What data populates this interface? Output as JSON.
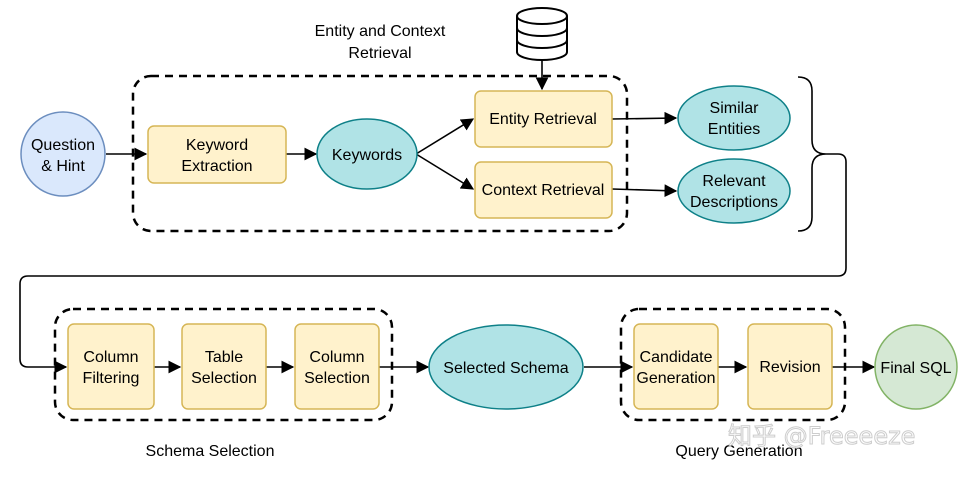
{
  "colors": {
    "rect_fill": "#fff2cc",
    "rect_stroke": "#d6b656",
    "teal_fill": "#b0e3e6",
    "teal_stroke": "#0e8088",
    "blue_fill": "#dae8fc",
    "blue_stroke": "#6c8ebf",
    "green_fill": "#d5e8d4",
    "green_stroke": "#82b366"
  },
  "groups": {
    "entity_context": [
      "Entity and Context",
      "Retrieval"
    ],
    "schema_selection": "Schema Selection",
    "query_generation": "Query Generation"
  },
  "nodes": {
    "question_hint": [
      "Question",
      "& Hint"
    ],
    "keyword_extraction": [
      "Keyword",
      "Extraction"
    ],
    "keywords": "Keywords",
    "entity_retrieval": "Entity Retrieval",
    "context_retrieval": "Context Retrieval",
    "similar_entities": [
      "Similar",
      "Entities"
    ],
    "relevant_descriptions": [
      "Relevant",
      "Descriptions"
    ],
    "column_filtering": [
      "Column",
      "Filtering"
    ],
    "table_selection": [
      "Table",
      "Selection"
    ],
    "column_selection": [
      "Column",
      "Selection"
    ],
    "selected_schema": "Selected Schema",
    "candidate_generation": [
      "Candidate",
      "Generation"
    ],
    "revision": "Revision",
    "final_sql": "Final SQL"
  },
  "watermark": "知乎 @Freeeeze",
  "icons": {
    "database": "database-icon"
  }
}
